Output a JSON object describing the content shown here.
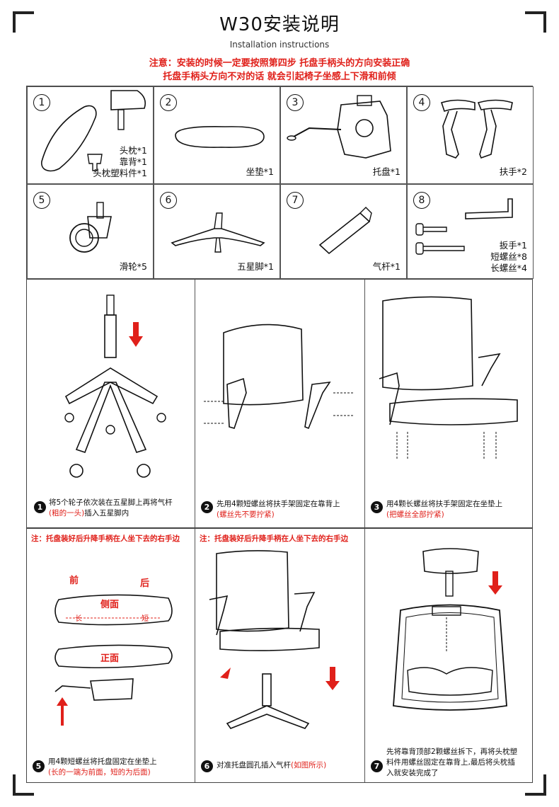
{
  "header": {
    "title": "W30安装说明",
    "subtitle": "Installation instructions",
    "notice_line1": "注意：安装的时候一定要按照第四步 托盘手柄头的方向安装正确",
    "notice_line2": "托盘手柄头方向不对的话 就会引起椅子坐感上下滑和前倾"
  },
  "parts": [
    {
      "num": "1",
      "label_lines": [
        "头枕*1",
        "靠背*1",
        "头枕塑料件*1"
      ]
    },
    {
      "num": "2",
      "label_lines": [
        "坐垫*1"
      ]
    },
    {
      "num": "3",
      "label_lines": [
        "托盘*1"
      ]
    },
    {
      "num": "4",
      "label_lines": [
        "扶手*2"
      ]
    },
    {
      "num": "5",
      "label_lines": [
        "滑轮*5"
      ]
    },
    {
      "num": "6",
      "label_lines": [
        "五星脚*1"
      ]
    },
    {
      "num": "7",
      "label_lines": [
        "气杆*1"
      ]
    },
    {
      "num": "8",
      "label_lines": [
        "扳手*1",
        "短螺丝*8",
        "长螺丝*4"
      ]
    }
  ],
  "steps": [
    {
      "num": "1",
      "text": "将5个轮子依次装在五星脚上再将气杆",
      "red": "(粗的一头)",
      "text2": "插入五星脚内"
    },
    {
      "num": "2",
      "text": "先用4颗短螺丝将扶手架固定在靠背上",
      "red": "(螺丝先不要拧紧)"
    },
    {
      "num": "3",
      "text": "用4颗长螺丝将扶手架固定在坐垫上",
      "red": "(把螺丝全部拧紧)"
    },
    {
      "num": "5",
      "text": "用4颗短螺丝将托盘固定在坐垫上",
      "red": "(长的一端为前面，短的为后面)"
    },
    {
      "num": "6",
      "text": "对准托盘圆孔插入气杆",
      "red": "(如图所示)"
    },
    {
      "num": "7",
      "text": "先将靠背顶部2颗螺丝拆下，再将头枕塑",
      "text2": "料件用螺丝固定在靠背上,最后将头枕插",
      "text3": "入就安装完成了"
    }
  ],
  "notes": {
    "step5_note": "注：托盘装好后升降手柄在人坐下去的右手边",
    "step6_note": "注：托盘装好后升降手柄在人坐下去的右手边"
  },
  "seat_labels": {
    "front": "前",
    "back": "后",
    "side": "侧面",
    "long": "长",
    "short": "短",
    "top_face": "正面"
  }
}
